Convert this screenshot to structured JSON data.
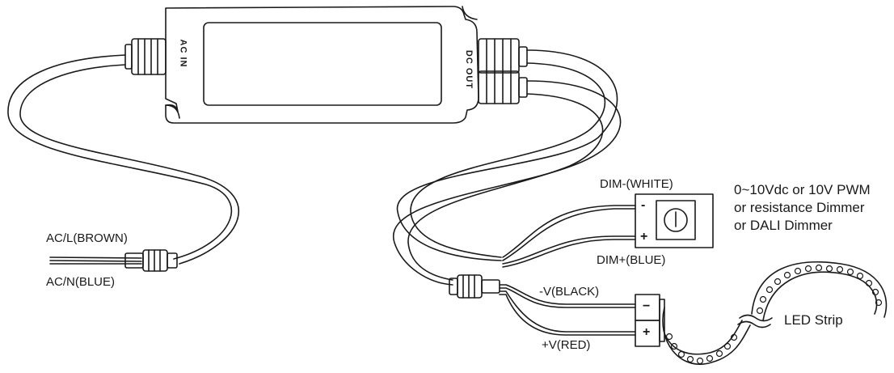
{
  "driver": {
    "ac_port_label": "AC IN",
    "dc_port_label": "DC OUT"
  },
  "ac_input": {
    "live_label": "AC/L(BROWN)",
    "neutral_label": "AC/N(BLUE)"
  },
  "dimmer": {
    "minus_label": "DIM-(WHITE)",
    "plus_label": "DIM+(BLUE)",
    "minus_sign": "-",
    "plus_sign": "+",
    "description_lines": [
      "0~10Vdc or 10V PWM",
      "or resistance Dimmer",
      "or DALI Dimmer"
    ]
  },
  "dc_output": {
    "negative_label": "-V(BLACK)",
    "positive_label": "+V(RED)",
    "minus_sign": "−",
    "plus_sign": "+"
  },
  "led_strip": {
    "label": "LED Strip"
  }
}
